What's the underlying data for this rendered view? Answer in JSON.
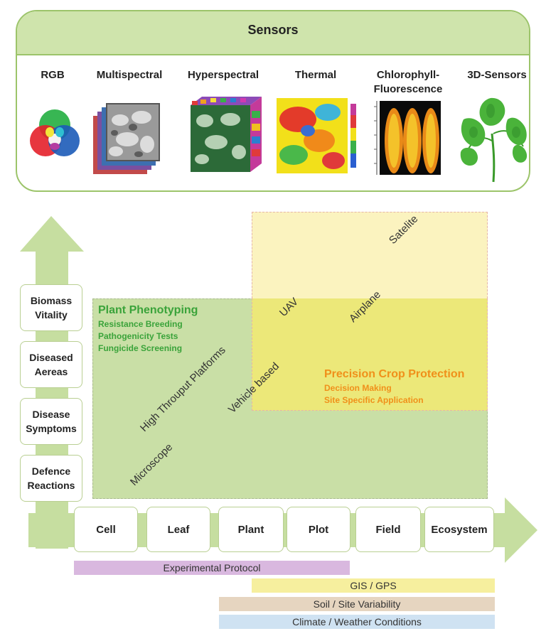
{
  "sensors": {
    "title": "Sensors",
    "items": [
      {
        "label": "RGB"
      },
      {
        "label": "Multispectral"
      },
      {
        "label": "Hyperspectral"
      },
      {
        "label": "Thermal"
      },
      {
        "label": "Chlorophyll-\nFluorescence"
      },
      {
        "label": "3D-Sensors"
      }
    ]
  },
  "scale_axis": {
    "items": [
      "Cell",
      "Leaf",
      "Plant",
      "Plot",
      "Field",
      "Ecosystem"
    ]
  },
  "response_axis": {
    "items": [
      "Biomass\nVitality",
      "Diseased\nAereas",
      "Disease\nSymptoms",
      "Defence\nReactions"
    ]
  },
  "plant_phenotyping": {
    "title": "Plant Phenotyping",
    "lines": [
      "Resistance Breeding",
      "Pathogenicity Tests",
      "Fungicide Screening"
    ]
  },
  "precision_crop_protection": {
    "title": "Precision Crop Protection",
    "lines": [
      "Decision Making",
      "Site Specific Application"
    ]
  },
  "platforms": [
    "Satelite",
    "Airplane",
    "UAV",
    "Vehicle based",
    "High Throuput Platforms",
    "Microscope"
  ],
  "bars": [
    {
      "label": "Experimental Protocol",
      "color": "#d9b8df"
    },
    {
      "label": "GIS / GPS",
      "color": "#f6ef9e"
    },
    {
      "label": "Soil / Site Variability",
      "color": "#e6d5c0"
    },
    {
      "label": "Climate / Weather Conditions",
      "color": "#cfe2f2"
    }
  ],
  "colors": {
    "green_text": "#3aa33a",
    "orange_text": "#f0901a",
    "green_region": "#c9dfa6",
    "yellow_region": "#f7ef9f"
  }
}
